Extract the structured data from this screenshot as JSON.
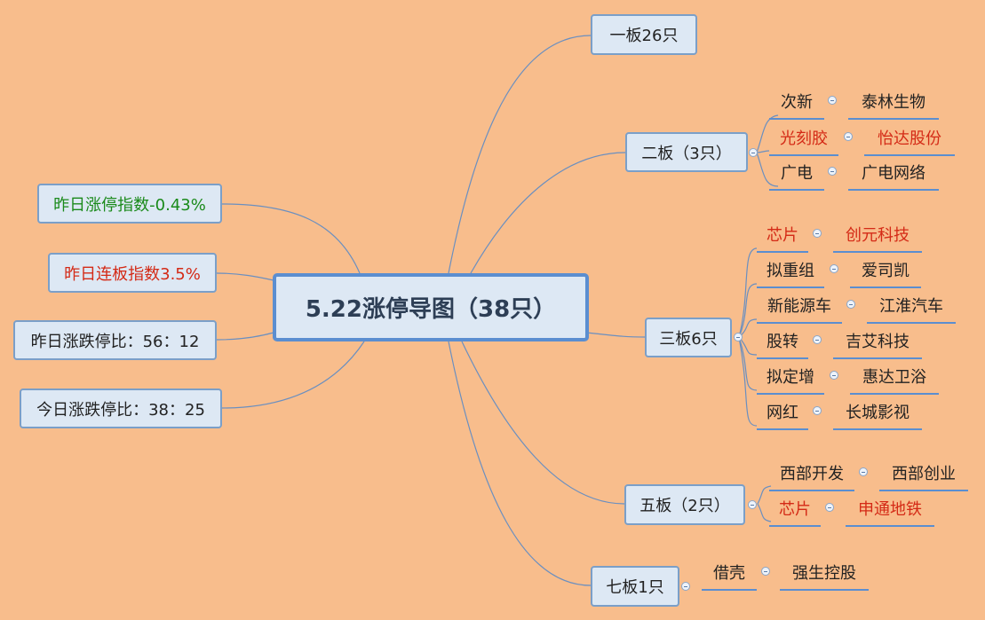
{
  "center": {
    "label": "5.22涨停导图（38只）"
  },
  "left_nodes": [
    {
      "label": "昨日涨停指数-0.43%",
      "color": "#1a8a1a"
    },
    {
      "label": "昨日连板指数3.5%",
      "color": "#d42a16"
    },
    {
      "label": "昨日涨跌停比：56：12",
      "color": "#222222"
    },
    {
      "label": "今日涨跌停比：38：25",
      "color": "#222222"
    }
  ],
  "branches": [
    {
      "label": "一板26只",
      "items": []
    },
    {
      "label": "二板（3只）",
      "items": [
        {
          "concept": "次新",
          "stock": "泰林生物",
          "highlight": false
        },
        {
          "concept": "光刻胶",
          "stock": "怡达股份",
          "highlight": true
        },
        {
          "concept": "广电",
          "stock": "广电网络",
          "highlight": false
        }
      ]
    },
    {
      "label": "三板6只",
      "items": [
        {
          "concept": "芯片",
          "stock": "创元科技",
          "highlight": true
        },
        {
          "concept": "拟重组",
          "stock": "爱司凯",
          "highlight": false
        },
        {
          "concept": "新能源车",
          "stock": "江淮汽车",
          "highlight": false
        },
        {
          "concept": "股转",
          "stock": "吉艾科技",
          "highlight": false
        },
        {
          "concept": "拟定增",
          "stock": "惠达卫浴",
          "highlight": false
        },
        {
          "concept": "网红",
          "stock": "长城影视",
          "highlight": false
        }
      ]
    },
    {
      "label": "五板（2只）",
      "items": [
        {
          "concept": "西部开发",
          "stock": "西部创业",
          "highlight": false
        },
        {
          "concept": "芯片",
          "stock": "申通地铁",
          "highlight": true
        }
      ]
    },
    {
      "label": "七板1只",
      "items": [
        {
          "concept": "借壳",
          "stock": "强生控股",
          "highlight": false
        }
      ]
    }
  ],
  "colors": {
    "background": "#f8bd8c",
    "node_fill": "#dde8f4",
    "node_border": "#7b9fc8",
    "line": "#5b8ed0",
    "highlight": "#d42a16"
  }
}
